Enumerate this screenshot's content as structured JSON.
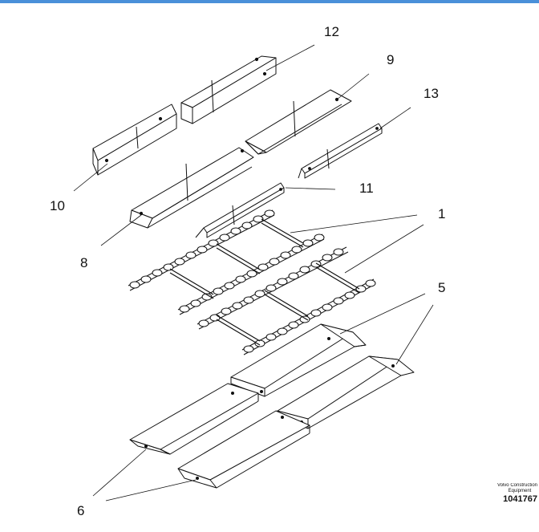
{
  "header": {
    "accent_color": "#4a90d9"
  },
  "callouts": [
    {
      "id": "label-12",
      "text": "12"
    },
    {
      "id": "label-9",
      "text": "9"
    },
    {
      "id": "label-13",
      "text": "13"
    },
    {
      "id": "label-10",
      "text": "10"
    },
    {
      "id": "label-11",
      "text": "11"
    },
    {
      "id": "label-1",
      "text": "1"
    },
    {
      "id": "label-8",
      "text": "8"
    },
    {
      "id": "label-5",
      "text": "5"
    },
    {
      "id": "label-6",
      "text": "6"
    }
  ],
  "brand": {
    "line1": "Volvo Construction",
    "line2": "Equipment",
    "code": "1041767"
  }
}
